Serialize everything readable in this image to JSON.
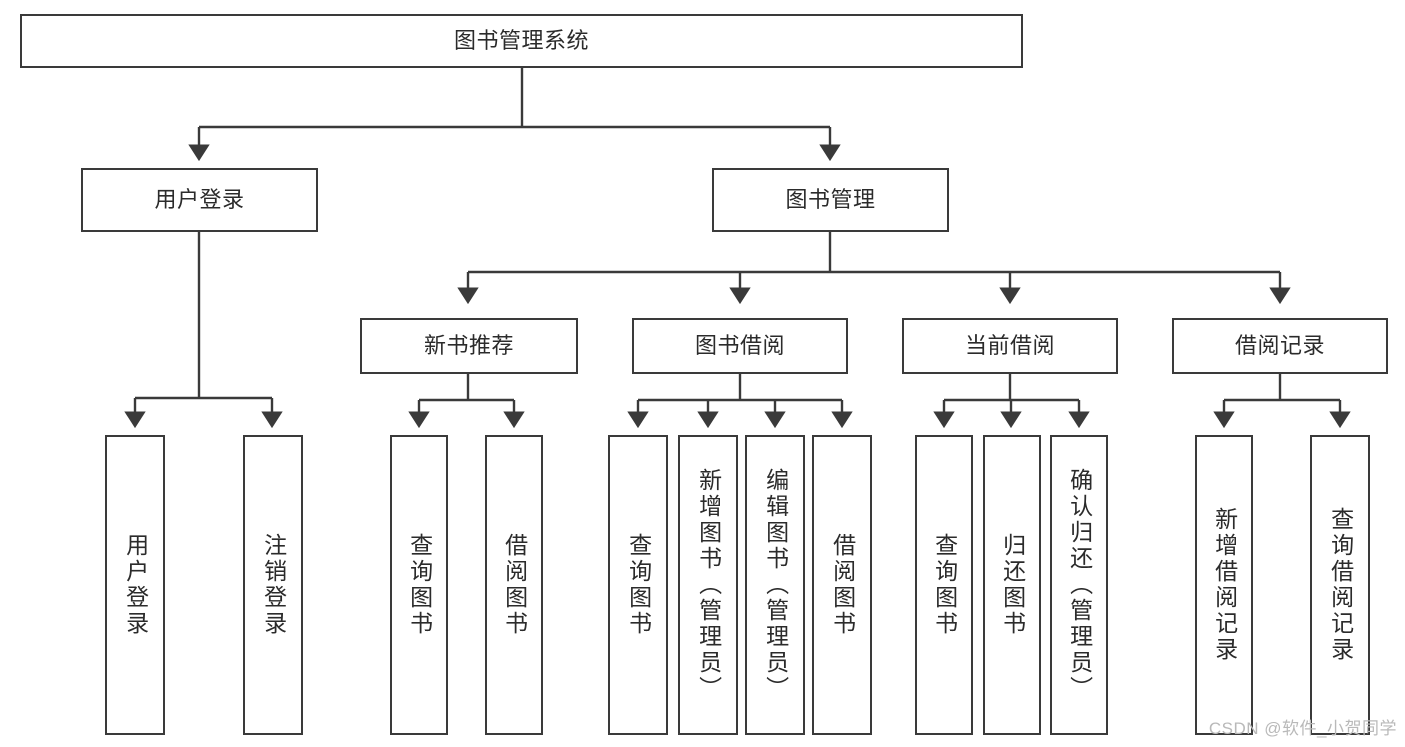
{
  "diagram": {
    "title": "图书管理系统",
    "watermark": "CSDN @软件_小贺同学",
    "line_color": "#3a3a3a",
    "box_fill": "#ffffff",
    "text_color": "#2b2b2b",
    "watermark_color": "#b9b9b9",
    "root": {
      "label": "图书管理系统"
    },
    "level1": [
      {
        "label": "用户登录"
      },
      {
        "label": "图书管理"
      }
    ],
    "level2": [
      {
        "label": "新书推荐"
      },
      {
        "label": "图书借阅"
      },
      {
        "label": "当前借阅"
      },
      {
        "label": "借阅记录"
      }
    ],
    "leaves": {
      "user_login": [
        {
          "label": "用户登录"
        },
        {
          "label": "注销登录"
        }
      ],
      "new_book": [
        {
          "label": "查询图书"
        },
        {
          "label": "借阅图书"
        }
      ],
      "borrow": [
        {
          "label": "查询图书"
        },
        {
          "label": "新增图书（管理员）"
        },
        {
          "label": "编辑图书（管理员）"
        },
        {
          "label": "借阅图书"
        }
      ],
      "current": [
        {
          "label": "查询图书"
        },
        {
          "label": "归还图书"
        },
        {
          "label": "确认归还（管理员）"
        }
      ],
      "records": [
        {
          "label": "新增借阅记录"
        },
        {
          "label": "查询借阅记录"
        }
      ]
    }
  }
}
